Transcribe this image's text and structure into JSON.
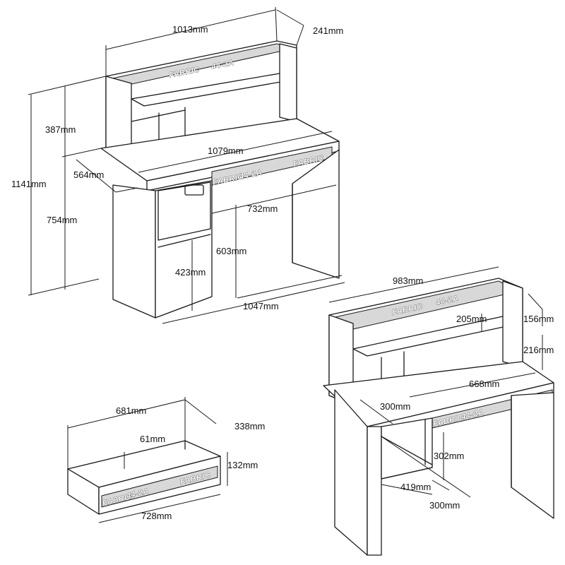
{
  "colors": {
    "line": "#1a1a1a",
    "background": "#ffffff",
    "panel": "#ffffff",
    "band": "#d8d8d8"
  },
  "desk": {
    "hutch_width": "1013mm",
    "hutch_depth": "241mm",
    "hutch_height": "387mm",
    "total_height": "1141mm",
    "desk_depth": "564mm",
    "desk_width": "1079mm",
    "desk_height": "754mm",
    "drawer_width": "732mm",
    "knee_height": "603mm",
    "door_height": "423mm",
    "base_width": "1047mm"
  },
  "desk_back": {
    "hutch_inner_width": "983mm",
    "shelf_depth": "205mm",
    "upper_gap": "156mm",
    "lower_gap": "216mm",
    "inner_width": "668mm",
    "cubby_width": "300mm",
    "drawer_height": "302mm",
    "knee_width": "419mm",
    "cubby_depth": "300mm"
  },
  "drawer": {
    "width": "681mm",
    "depth": "338mm",
    "side_height": "61mm",
    "height": "132mm",
    "front_width": "728mm"
  },
  "decor": {
    "fabric_text": "FABRIC",
    "code_text": "44-2A"
  }
}
